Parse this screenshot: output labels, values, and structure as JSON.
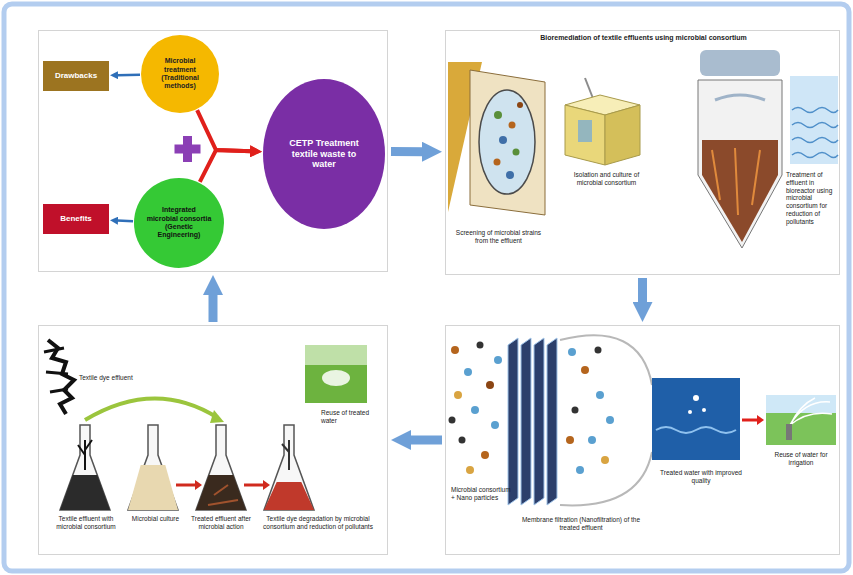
{
  "diagram": {
    "nodes": [
      {
        "text": []
      },
      {
        "text": [
          "Drawbacks"
        ],
        "in": 0
      },
      {
        "text": [
          "Microbial treatment (Traditional methods)"
        ],
        "in": 0
      },
      {
        "text": [
          "Benefits"
        ],
        "in": 0
      },
      {
        "text": [
          "Integrated microbial consortia (Genetic Engineering)"
        ],
        "in": 0
      },
      {
        "text": [
          "CETP Treatment textile waste to water"
        ],
        "in": 0
      },
      {
        "text": [
          "Bioremediation of textile effluents using microbial consortium",
          "Screening of microbial strains from the effluent",
          "Isolation and culture of microbial consortium",
          "Treatment of effluent in bioreactor using microbial consortium for reduction of pollutants"
        ]
      },
      {
        "text": [
          "Textile dye effluent",
          "Reuse of treated water",
          "Textile effluent with microbial consortium",
          "Microbial culture",
          "Treated effluent after microbial action",
          "Textile dye degradation by microbial consortium and reduction of pollutants"
        ]
      },
      {
        "text": [
          "Microbial consortium + Nano particles",
          "Membrane filtration (Nanofiltration) of the treated effluent",
          "Treated water with improved quality",
          "Reuse of water for irrigation"
        ]
      }
    ],
    "edges": [
      {
        "from": 0,
        "to": 6,
        "arrow": "to"
      },
      {
        "from": 6,
        "to": 8,
        "arrow": "to"
      },
      {
        "from": 8,
        "to": 7,
        "arrow": "to"
      },
      {
        "from": 7,
        "to": 0,
        "arrow": "to"
      },
      {
        "from": 2,
        "to": 1,
        "arrow": "to"
      },
      {
        "from": 4,
        "to": 3,
        "arrow": "to"
      },
      {
        "from": 2,
        "to": 5,
        "arrow": "to"
      },
      {
        "from": 4,
        "to": 5,
        "arrow": "to"
      }
    ]
  }
}
